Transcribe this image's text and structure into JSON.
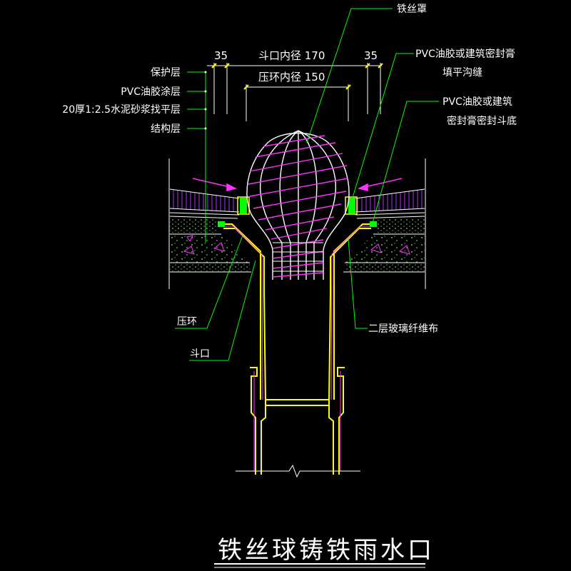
{
  "drawing": {
    "title": "铁丝球铸铁雨水口",
    "colors": {
      "background": "#000000",
      "pipe": "#ffff00",
      "leader": "#00ff00",
      "cage": "#ff33ff",
      "membrane": "#00ff00",
      "insulation": "#aa33ff",
      "concrete": "#7fff7f",
      "line": "#ffffff"
    }
  },
  "labels": {
    "wire_cage": "铁丝罩",
    "protective_layer": "保护层",
    "pvc_coating": "PVC油胶涂层",
    "leveling_layer": "20厚1:2.5水泥砂浆找平层",
    "structural_layer": "结构层",
    "pvc_groove_line1": "PVC油胶或建筑密封膏",
    "pvc_groove_line2": "填平沟缝",
    "pvc_bottom_line1": "PVC油胶或建筑",
    "pvc_bottom_line2": "密封膏密封斗底",
    "clamp_ring": "压环",
    "glass_fiber": "二层玻璃纤维布",
    "outlet_funnel": "斗口"
  },
  "dimensions": {
    "left_offset": "35",
    "right_offset": "35",
    "outlet_inner_diameter": "斗口内径 170",
    "ring_inner_diameter": "压环内径 150"
  }
}
